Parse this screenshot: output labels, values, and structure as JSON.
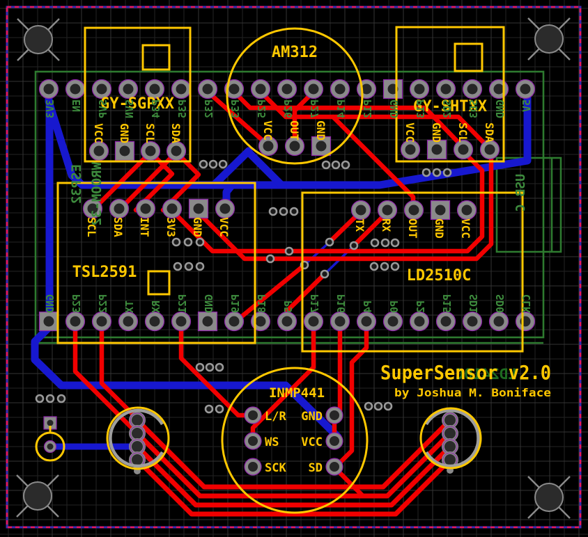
{
  "pcb": {
    "title": "SuperSensor v2.0",
    "byline": "by Joshua M. Boniface",
    "back_silkscreen_title": "LD2410C",
    "colors": {
      "front_copper": "#f10000",
      "back_copper": "#1718cf",
      "silkscreen": "#ffc800",
      "back_silkscreen": "#3d8b3d",
      "board_outline": "#2d7a2f",
      "edge_dash": "#e8175d",
      "edge_line": "#3d2bb0",
      "pad_ring": "#8a8a8a",
      "pad_hole": "#262626",
      "pad_outline": "#8e24aa"
    },
    "esp32": {
      "name_lines": [
        "ESP32",
        "WROOM-32"
      ],
      "usb_label": "USB C",
      "top_row_pins": [
        "3V3",
        "EN",
        "SVP",
        "SVN",
        "P34",
        "P35",
        "P32",
        "P33",
        "P25",
        "P26",
        "P27",
        "P14",
        "P12",
        "GND",
        "P13",
        "SD2",
        "SD3",
        "GND",
        "5V"
      ],
      "bottom_row_pins": [
        "GND",
        "P23",
        "P22",
        "TX",
        "RX",
        "P21",
        "GND",
        "P19",
        "P18",
        "P5",
        "P17",
        "P16",
        "P4",
        "P0",
        "P2",
        "P15",
        "SD1",
        "SD0",
        "CLK"
      ]
    },
    "modules": [
      {
        "id": "gy-sgpxx",
        "label": "GY-SGPXX",
        "pins": [
          "VCC",
          "GND",
          "SCL",
          "SDA"
        ]
      },
      {
        "id": "am312",
        "label": "AM312",
        "pins": [
          "VCC",
          "OUT",
          "GND"
        ]
      },
      {
        "id": "gy-shtxx",
        "label": "GY-SHTXX",
        "pins": [
          "VCC",
          "GND",
          "SCL",
          "SDA"
        ]
      },
      {
        "id": "tsl2591",
        "label": "TSL2591",
        "pins": [
          "SCL",
          "SDA",
          "INT",
          "3V3",
          "GND",
          "VCC"
        ]
      },
      {
        "id": "ld2510c",
        "label": "LD2510C",
        "pins": [
          "TX",
          "RX",
          "OUT",
          "GND",
          "VCC"
        ]
      },
      {
        "id": "inmp441",
        "label": "INMP441",
        "pins": [
          "L/R",
          "GND",
          "WS",
          "VCC",
          "SCK",
          "SD"
        ]
      }
    ]
  }
}
